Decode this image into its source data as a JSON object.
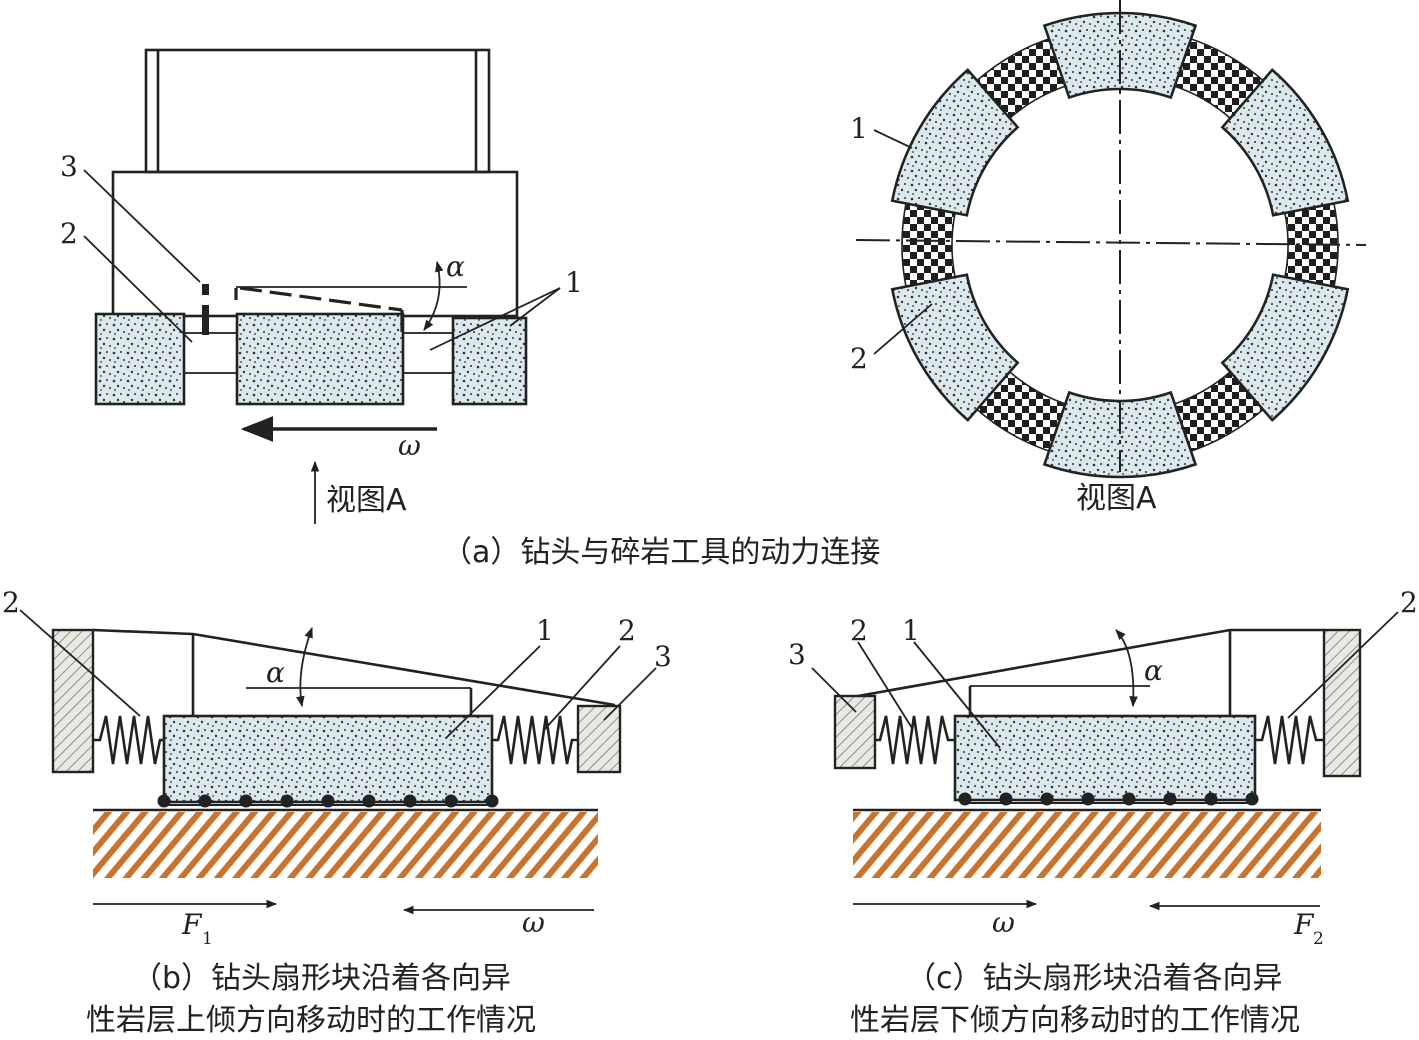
{
  "panel_a": {
    "caption": "（a）钻头与碎岩工具的动力连接",
    "side_view": {
      "labels": {
        "three": "3",
        "two": "2",
        "one": "1"
      },
      "alpha": "α",
      "omega": "ω",
      "view_label": "视图A"
    },
    "ring_view": {
      "labels": {
        "one": "1",
        "two": "2"
      },
      "view_label": "视图A"
    }
  },
  "panel_b": {
    "caption_line1": "（b）钻头扇形块沿着各向异",
    "caption_line2": "性岩层上倾方向移动时的工作情况",
    "labels": {
      "two_left": "2",
      "one": "1",
      "two_right": "2",
      "three": "3"
    },
    "alpha": "α",
    "force_label": "F",
    "force_sub": "1",
    "omega": "ω"
  },
  "panel_c": {
    "caption_line1": "（c）钻头扇形块沿着各向异",
    "caption_line2": "性岩层下倾方向移动时的工作情况",
    "labels": {
      "three": "3",
      "two_left": "2",
      "one": "1",
      "two_right": "2"
    },
    "alpha": "α",
    "force_label": "F",
    "force_sub": "2",
    "omega": "ω"
  },
  "colors": {
    "ink": "#222222",
    "block_fill": "#dbe9ef",
    "rock_hatch": "#c8742e",
    "wall_fill": "#e9e9e3"
  }
}
